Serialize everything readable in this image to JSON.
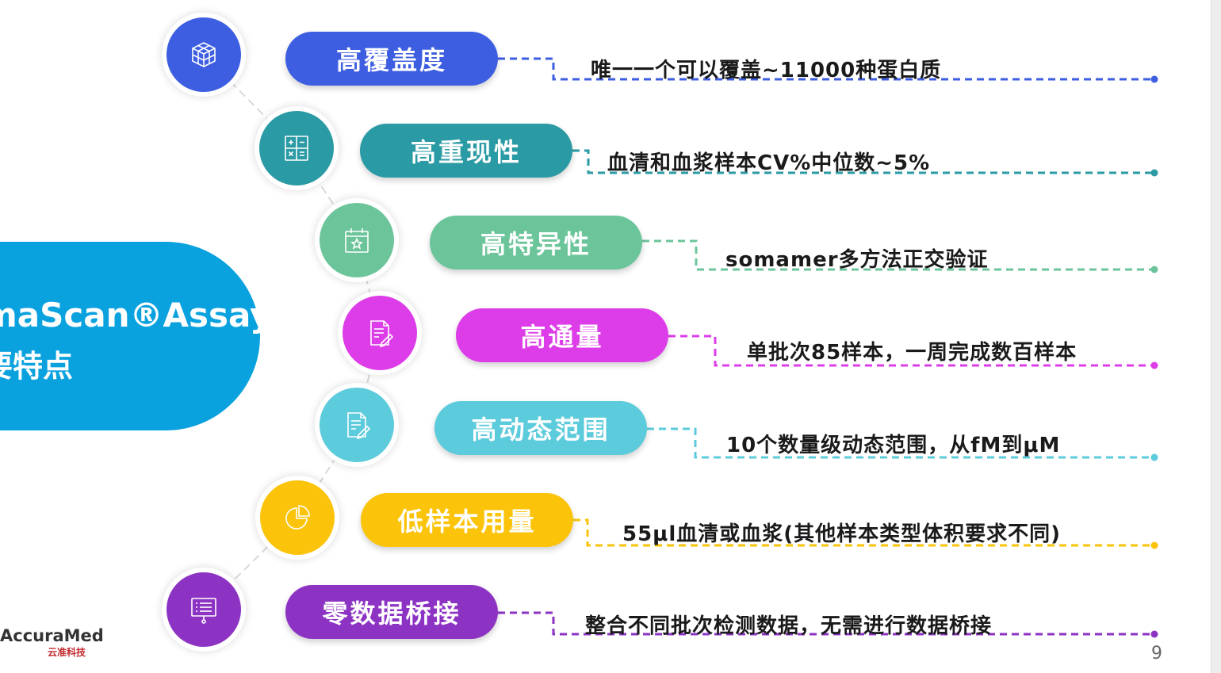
{
  "main": {
    "title_line1": "maScan®Assay",
    "title_line2": "要特点"
  },
  "features": [
    {
      "label": "高覆盖度",
      "desc": "唯一一个可以覆盖~11000种蛋白质",
      "color": "#3d5ee0",
      "icon": "cube-icon"
    },
    {
      "label": "高重现性",
      "desc": "血清和血浆样本CV%中位数~5%",
      "color": "#2a9aa4",
      "icon": "calculator-icon"
    },
    {
      "label": "高特异性",
      "desc": "somamer多方法正交验证",
      "color": "#6cc59a",
      "icon": "calendar-star-icon"
    },
    {
      "label": "高通量",
      "desc": "单批次85样本，一周完成数百样本",
      "color": "#dd3de8",
      "icon": "document-pen-icon"
    },
    {
      "label": "高动态范围",
      "desc": "10个数量级动态范围，从fM到μM",
      "color": "#5ccbdb",
      "icon": "document-edit-icon"
    },
    {
      "label": "低样本用量",
      "desc": "55μl血清或血浆(其他样本类型体积要求不同)",
      "color": "#fbc30a",
      "icon": "pie-chart-icon"
    },
    {
      "label": "零数据桥接",
      "desc": "整合不同批次检测数据，无需进行数据桥接",
      "color": "#8d33c4",
      "icon": "presentation-board-icon"
    }
  ],
  "logo": {
    "name": "AccuraMed",
    "name_visible": "AccuraMed",
    "subtitle": "云准科技"
  },
  "page_number": "9"
}
